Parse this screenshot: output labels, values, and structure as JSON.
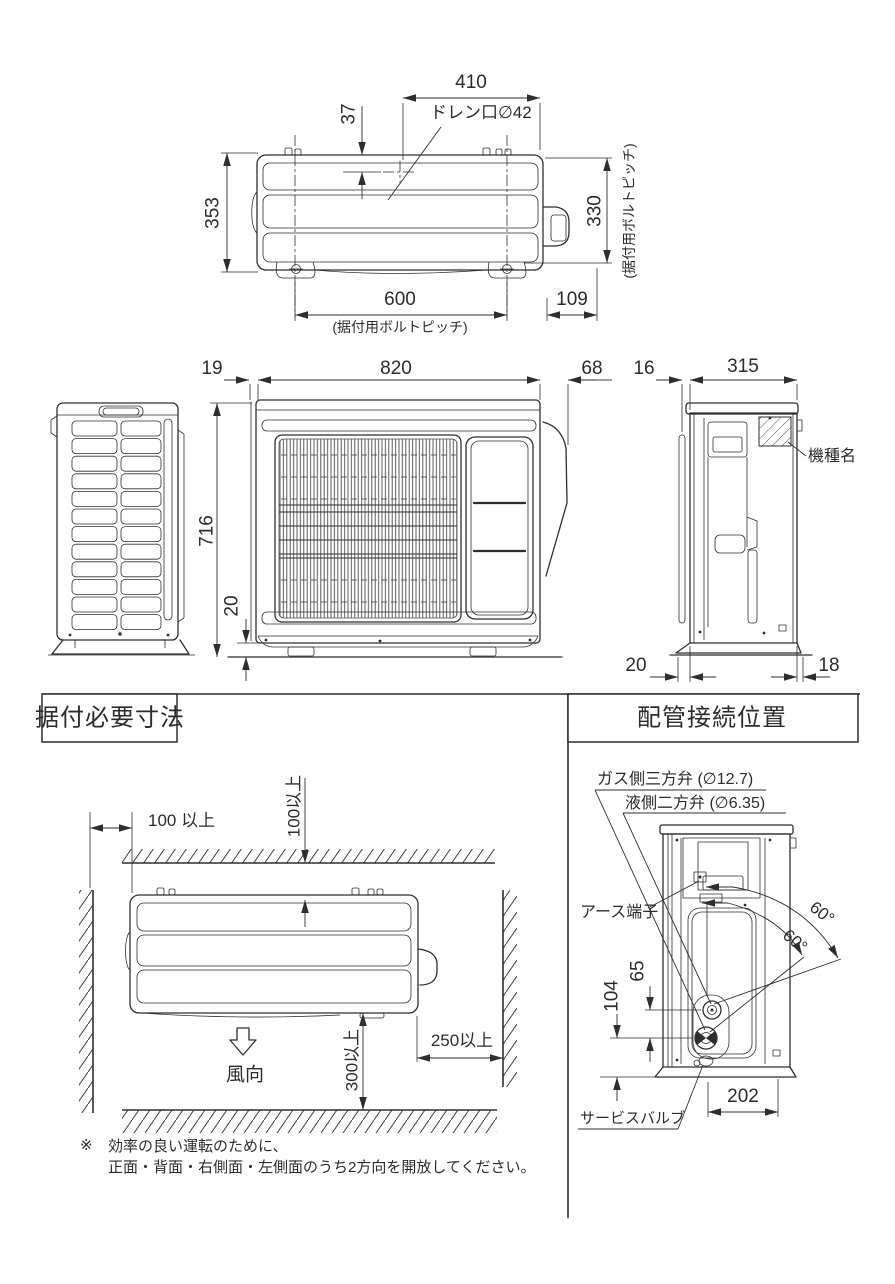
{
  "colors": {
    "line": "#2e2e2e",
    "background": "#ffffff"
  },
  "top_view": {
    "d410": "410",
    "d37": "37",
    "drain": "ドレン口∅42",
    "d353": "353",
    "d330": "330",
    "bolt_pitch_v": "(据付用ボルトピッチ)",
    "d600": "600",
    "bolt_pitch_h": "(据付用ボルトピッチ)",
    "d109": "109"
  },
  "front_view": {
    "d19": "19",
    "d820": "820",
    "d68": "68",
    "d716": "716",
    "d20": "20"
  },
  "side_view": {
    "d16": "16",
    "d315": "315",
    "model": "機種名",
    "d20": "20",
    "d18": "18"
  },
  "install": {
    "title": "据付必要寸法",
    "left": "100 以上",
    "top": "100以上",
    "right": "250以上",
    "bottom": "300以上",
    "wind": "風向",
    "note_mark": "※",
    "note1": "効率の良い運転のために、",
    "note2": "正面・背面・右側面・左側面のうち2方向を開放してください。"
  },
  "piping": {
    "title": "配管接続位置",
    "gas": "ガス側三方弁 (∅12.7)",
    "liquid": "液側二方弁 (∅6.35)",
    "earth": "アース端子",
    "angle_outer": "60°",
    "angle_inner": "60°",
    "d65": "65",
    "d104": "104",
    "d202": "202",
    "service": "サービスバルブ"
  }
}
